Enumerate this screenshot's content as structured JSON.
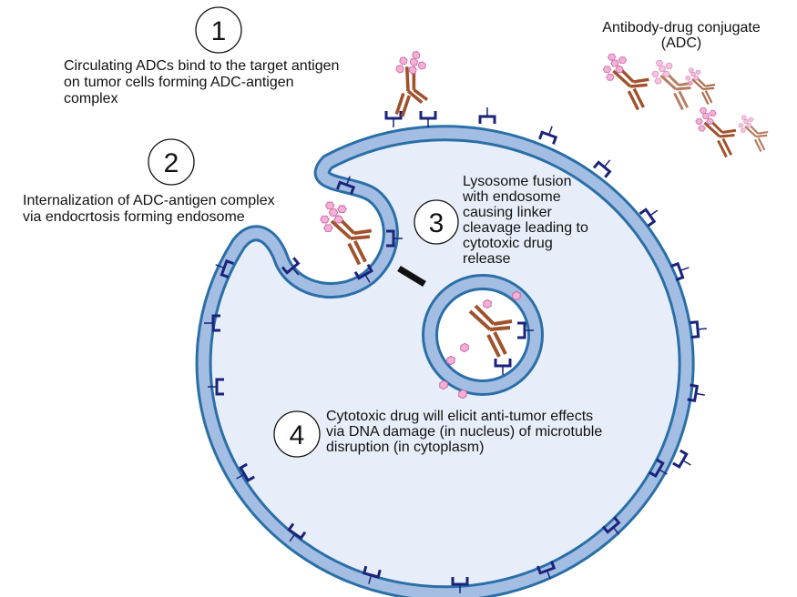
{
  "title": {
    "line1": "Antibody-drug conjugate",
    "line2": "(ADC)"
  },
  "steps": [
    {
      "number": "1",
      "lines": [
        "Circulating ADCs bind to the target antigen",
        "on tumor cells forming ADC-antigen",
        "complex"
      ]
    },
    {
      "number": "2",
      "lines": [
        "Internalization of ADC-antigen complex",
        "via endocrtosis forming endosome"
      ]
    },
    {
      "number": "3",
      "lines": [
        "Lysosome fusion",
        "with endosome",
        "causing linker",
        "cleavage leading to",
        "cytotoxic drug",
        "release"
      ]
    },
    {
      "number": "4",
      "lines": [
        "Cytotoxic drug will elicit anti-tumor effects",
        "via DNA damage (in nucleus) of microtuble",
        "disruption (in cytoplasm)"
      ]
    }
  ],
  "colors": {
    "membrane_outline": "#2a6fa8",
    "membrane_fill": "#a4bde3",
    "cytoplasm": "#e8eef9",
    "antibody": "#a0522d",
    "antibody_light": "#c98a66",
    "drug": "#f4b0d6",
    "antigen": "#1b237a"
  }
}
